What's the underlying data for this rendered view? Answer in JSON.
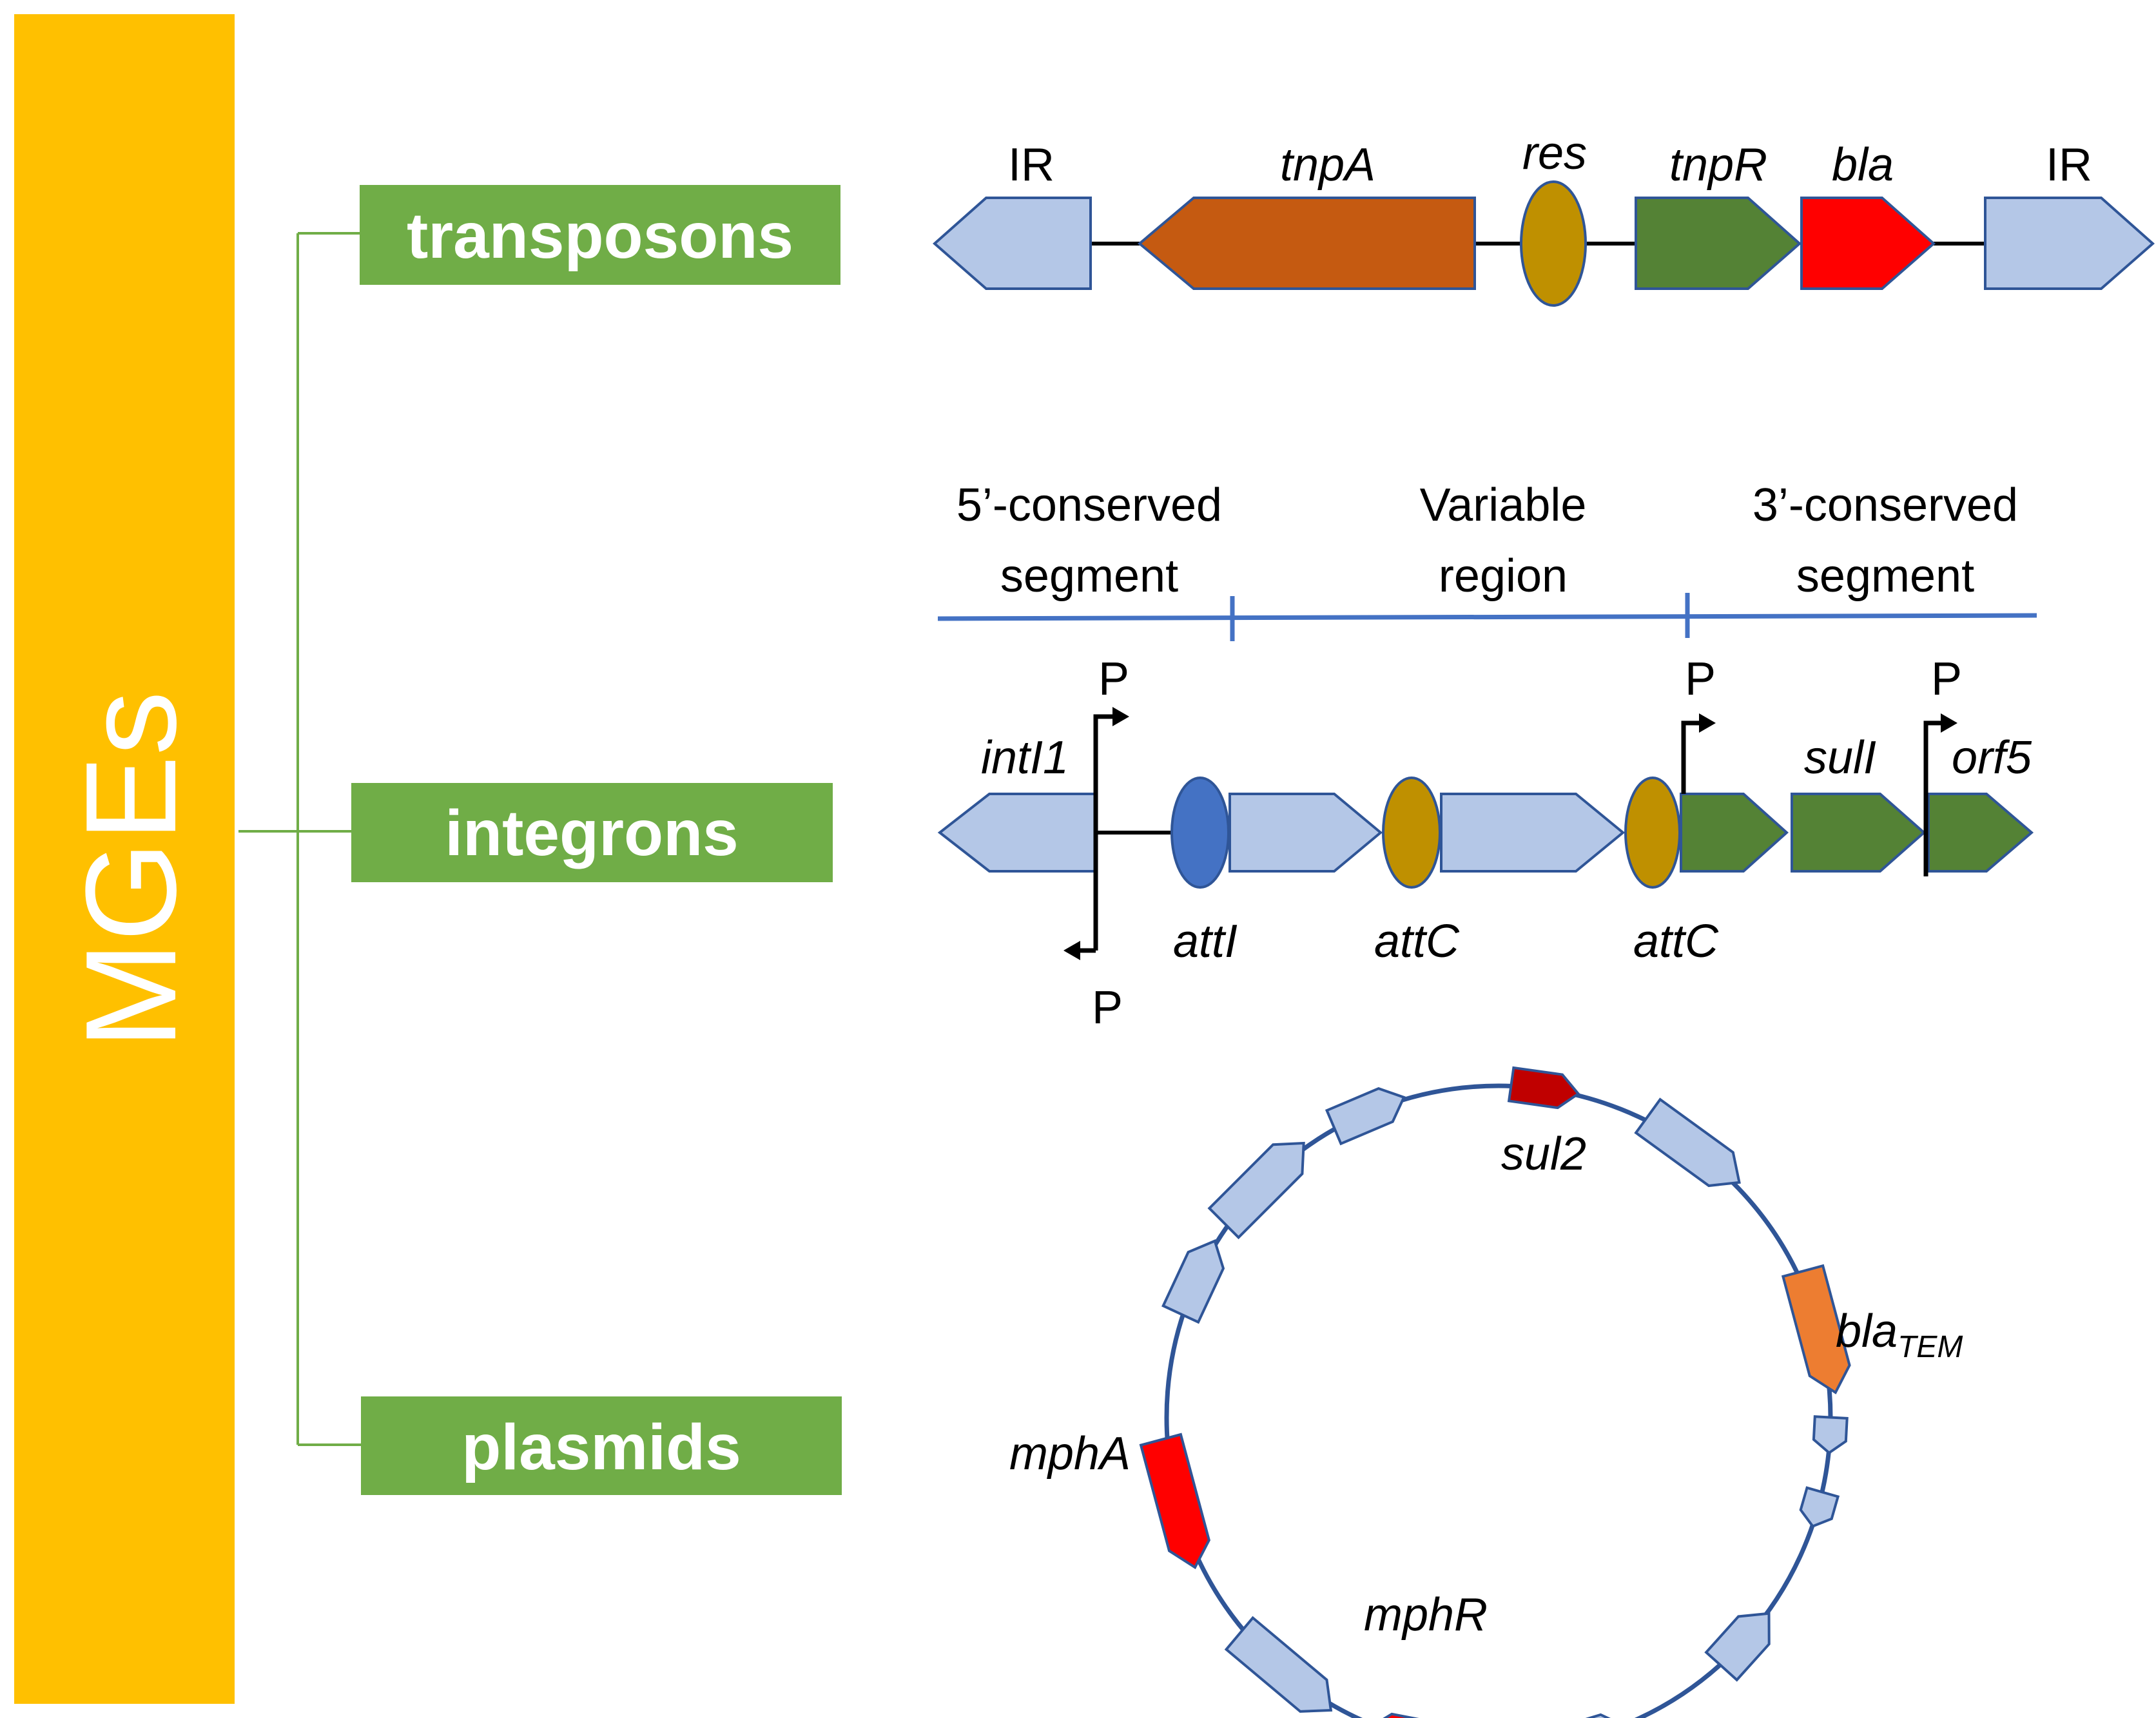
{
  "sidebar": {
    "title": "MGEs"
  },
  "categories": {
    "transposons": "transposons",
    "integrons": "integrons",
    "plasmids": "plasmids"
  },
  "transposon": {
    "ir_left": "IR",
    "tnpA": "tnpA",
    "res": "res",
    "tnpR": "tnpR",
    "bla": "bla",
    "ir_right": "IR"
  },
  "integron": {
    "segment_5_line1": "5’-conserved",
    "segment_5_line2": "segment",
    "variable_line1": "Variable",
    "variable_line2": "region",
    "segment_3_line1": "3’-conserved",
    "segment_3_line2": "segment",
    "promoter_intl1_top": "P",
    "promoter_intl1_bottom": "P",
    "promoter_3cs": "P",
    "promoter_orf5": "P",
    "intl1": "intI1",
    "attI": "attI",
    "attC_1": "attC",
    "attC_2": "attC",
    "sulI": "sulI",
    "orf5": "orf5"
  },
  "plasmid": {
    "sul2": "sul2",
    "blaTEM_base": "bla",
    "blaTEM_sub": "TEM",
    "mphA": "mphA",
    "mphR": "mphR"
  },
  "colors": {
    "mge_bar": "#FFC000",
    "category_box": "#70AD47",
    "connector": "#70AD47",
    "gene_light_blue": "#B4C7E7",
    "gene_outline": "#2F5597",
    "tnpA": "#C55A11",
    "res": "#BF9000",
    "tnpR": "#548235",
    "resistance_red": "#FF0000",
    "sul2": "#C00000",
    "blaTEM": "#ED7D31",
    "attI": "#4472C4",
    "segment_line": "#4472C4",
    "plasmid_ring": "#2F5597"
  }
}
